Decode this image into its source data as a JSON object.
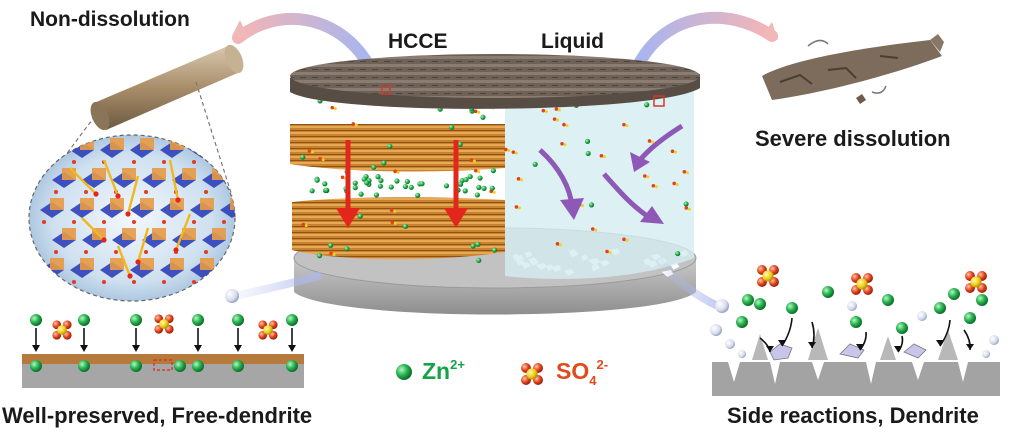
{
  "labels": {
    "non_dissolution": "Non-dissolution",
    "hcce": "HCCE",
    "liquid": "Liquid",
    "severe_dissolution": "Severe dissolution",
    "well_preserved": "Well-preserved, Free-dendrite",
    "side_reactions": "Side reactions, Dendrite"
  },
  "legend": {
    "zn_base": "Zn",
    "zn_charge": "2+",
    "so4_base": "SO",
    "so4_sub": "4",
    "so4_charge": "2-"
  },
  "colors": {
    "zn_ion": "#1fb34a",
    "sulfate_s": "#f2d21a",
    "sulfate_o": "#e2411c",
    "hcce_layer": "#c8802e",
    "liquid_region": "#cfe9ee",
    "cap_wood": "#6e6258",
    "zinc_base": "#a9a9a9",
    "flow_arrow": "#8e59b6",
    "red_arrow": "#e3261b"
  },
  "icons": [
    "zn-ion-icon",
    "sulfate-ion-icon",
    "rod-icon",
    "broken-wood-icon"
  ]
}
